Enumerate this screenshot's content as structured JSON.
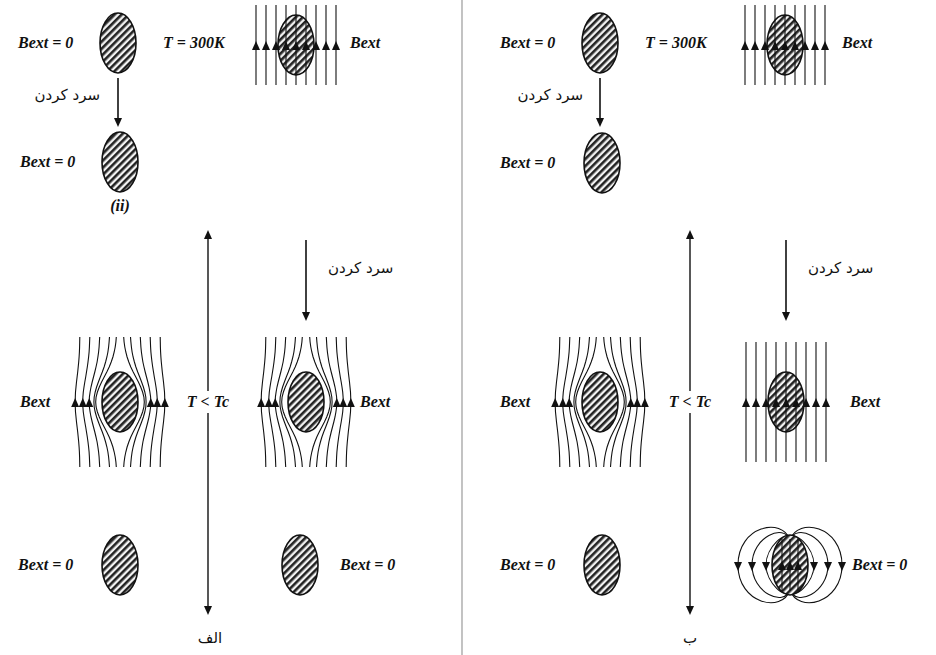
{
  "diagram": {
    "labels": [
      "Bext = 0",
      "T = 300K",
      "Bext",
      "سرد کردن",
      "Bext = 0",
      "سرد کردن",
      "(ii)",
      "Bext",
      "T < Tc",
      "Bext",
      "Bext = 0",
      "Bext = 0",
      "الف",
      "Bext = 0",
      "T = 300K",
      "Bext",
      "سرد کردن",
      "Bext = 0",
      "سرد کردن",
      "Bext",
      "T < Tc",
      "Bext",
      "Bext = 0",
      "Bext = 0",
      "ب"
    ]
  }
}
